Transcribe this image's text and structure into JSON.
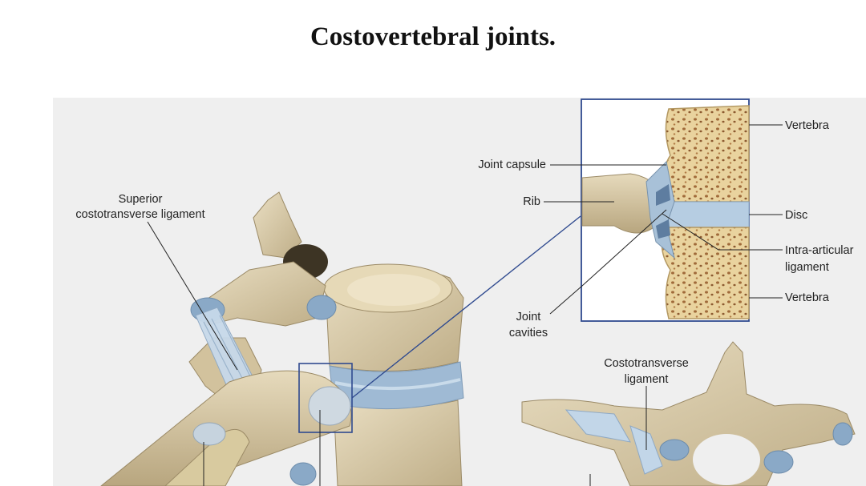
{
  "title": "Costovertebral joints.",
  "labels": {
    "superior_ligament_line1": "Superior",
    "superior_ligament_line2": "costotransverse ligament",
    "joint_capsule": "Joint capsule",
    "rib": "Rib",
    "joint_cavities_line1": "Joint",
    "joint_cavities_line2": "cavities",
    "vertebra_top": "Vertebra",
    "disc": "Disc",
    "intra_articular_line1": "Intra-articular",
    "intra_articular_line2": "ligament",
    "vertebra_bottom": "Vertebra",
    "costotransverse_line1": "Costotransverse",
    "costotransverse_line2": "ligament"
  },
  "colors": {
    "bone": "#ddcfae",
    "bone_shadow": "#b9a77f",
    "cancellous_bone": "#e7cf98",
    "cartilage": "#a9c3d9",
    "ligament": "#c2d6e8",
    "frame": "#2f4a8f",
    "panel_background": "#efefef"
  }
}
